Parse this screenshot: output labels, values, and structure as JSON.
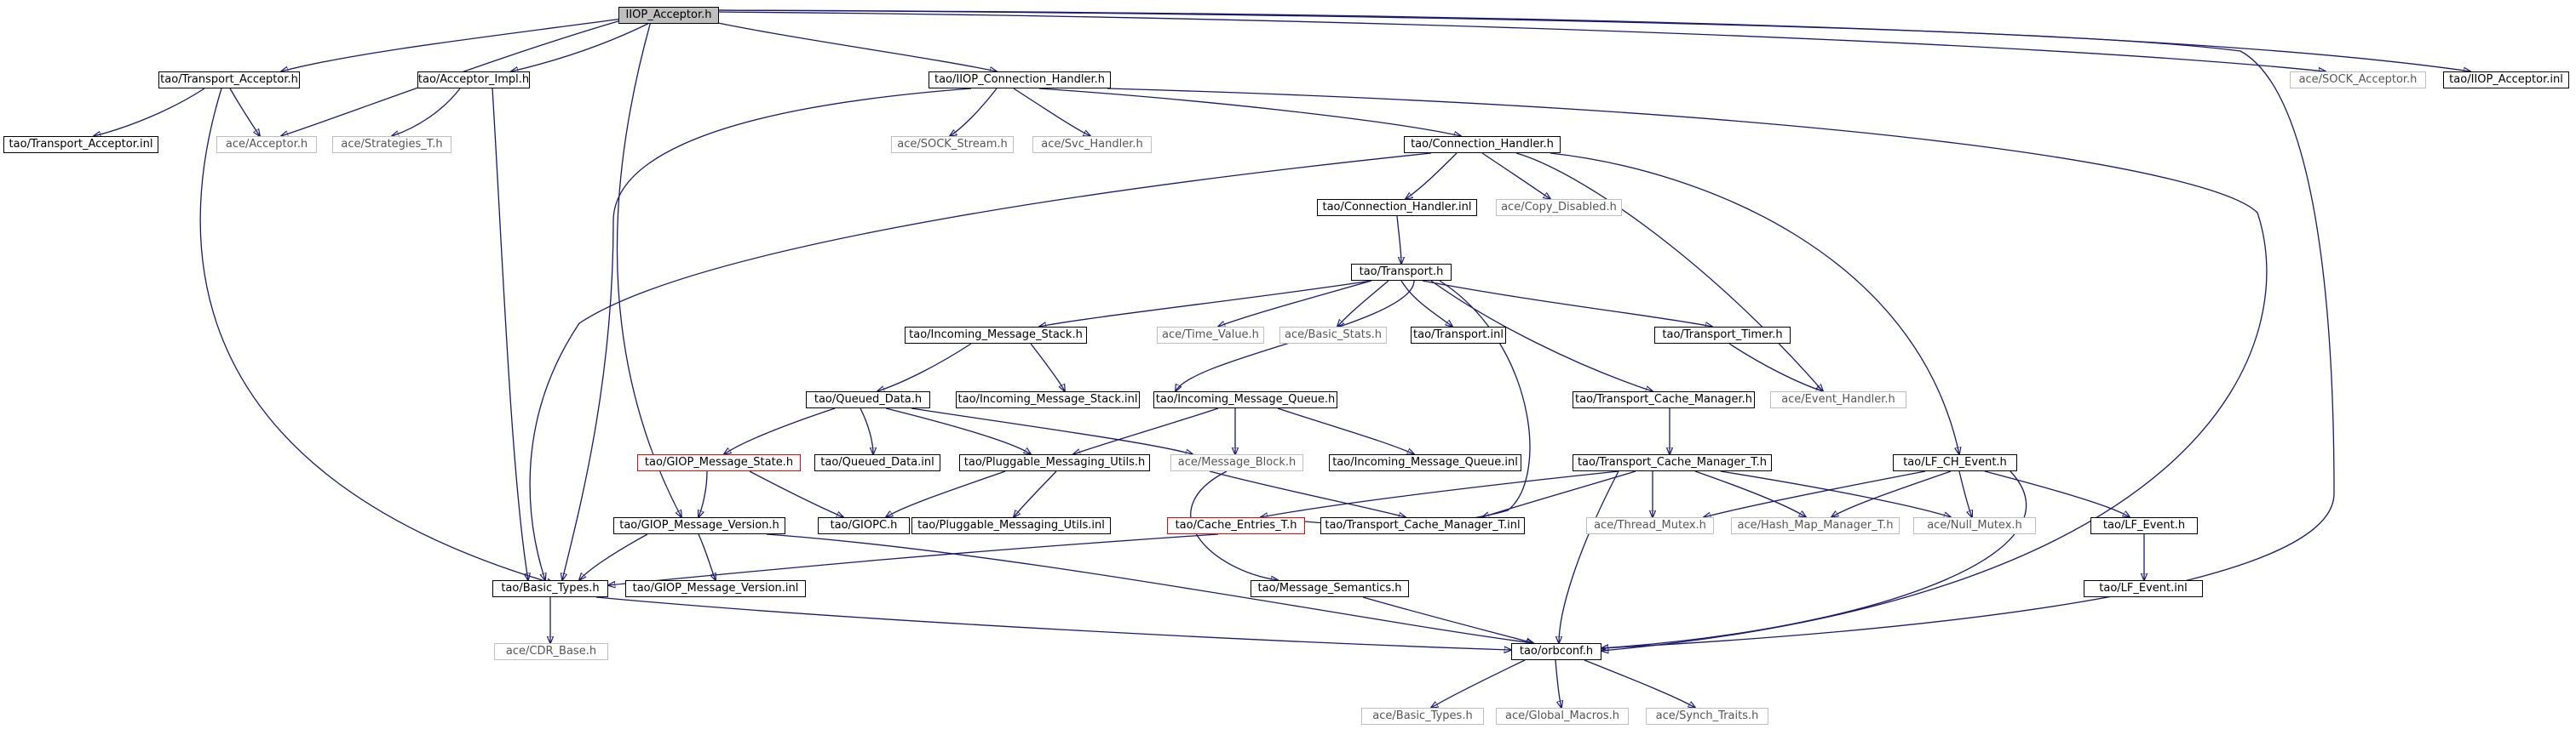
{
  "colors": {
    "edge": "#191970",
    "external_border": "#bfbfbf",
    "highlight_border": "#ff0000",
    "root_fill": "#bfbfbf"
  },
  "nodes": {
    "iiop_acceptor_h": "IIOP_Acceptor.h",
    "transport_acceptor_h": "tao/Transport_Acceptor.h",
    "acceptor_impl_h": "tao/Acceptor_Impl.h",
    "iiop_connection_handler_h": "tao/IIOP_Connection_Handler.h",
    "sock_acceptor_h": "ace/SOCK_Acceptor.h",
    "iiop_acceptor_inl": "tao/IIOP_Acceptor.inl",
    "transport_acceptor_inl": "tao/Transport_Acceptor.inl",
    "ace_acceptor_h": "ace/Acceptor.h",
    "strategies_t_h": "ace/Strategies_T.h",
    "sock_stream_h": "ace/SOCK_Stream.h",
    "svc_handler_h": "ace/Svc_Handler.h",
    "connection_handler_h": "tao/Connection_Handler.h",
    "connection_handler_inl": "tao/Connection_Handler.inl",
    "copy_disabled_h": "ace/Copy_Disabled.h",
    "transport_h": "tao/Transport.h",
    "incoming_message_stack_h": "tao/Incoming_Message_Stack.h",
    "time_value_h": "ace/Time_Value.h",
    "basic_stats_h": "ace/Basic_Stats.h",
    "transport_inl": "tao/Transport.inl",
    "transport_timer_h": "tao/Transport_Timer.h",
    "queued_data_h": "tao/Queued_Data.h",
    "incoming_message_stack_inl": "tao/Incoming_Message_Stack.inl",
    "incoming_message_queue_h": "tao/Incoming_Message_Queue.h",
    "transport_cache_manager_h": "tao/Transport_Cache_Manager.h",
    "event_handler_h": "ace/Event_Handler.h",
    "giop_message_state_h": "tao/GIOP_Message_State.h",
    "queued_data_inl": "tao/Queued_Data.inl",
    "pluggable_messaging_utils_h": "tao/Pluggable_Messaging_Utils.h",
    "message_block_h": "ace/Message_Block.h",
    "incoming_message_queue_inl": "tao/Incoming_Message_Queue.inl",
    "transport_cache_manager_t_h": "tao/Transport_Cache_Manager_T.h",
    "lf_ch_event_h": "tao/LF_CH_Event.h",
    "giop_message_version_h": "tao/GIOP_Message_Version.h",
    "giopc_h": "tao/GIOPC.h",
    "pluggable_messaging_utils_inl": "tao/Pluggable_Messaging_Utils.inl",
    "cache_entries_t_h": "tao/Cache_Entries_T.h",
    "transport_cache_manager_t_inl": "tao/Transport_Cache_Manager_T.inl",
    "thread_mutex_h": "ace/Thread_Mutex.h",
    "hash_map_manager_t_h": "ace/Hash_Map_Manager_T.h",
    "null_mutex_h": "ace/Null_Mutex.h",
    "lf_event_h": "tao/LF_Event.h",
    "basic_types_h": "tao/Basic_Types.h",
    "giop_message_version_inl": "tao/GIOP_Message_Version.inl",
    "message_semantics_h": "tao/Message_Semantics.h",
    "lf_event_inl": "tao/LF_Event.inl",
    "cdr_base_h": "ace/CDR_Base.h",
    "orbconf_h": "tao/orbconf.h",
    "ace_basic_types_h": "ace/Basic_Types.h",
    "global_macros_h": "ace/Global_Macros.h",
    "synch_traits_h": "ace/Synch_Traits.h"
  }
}
